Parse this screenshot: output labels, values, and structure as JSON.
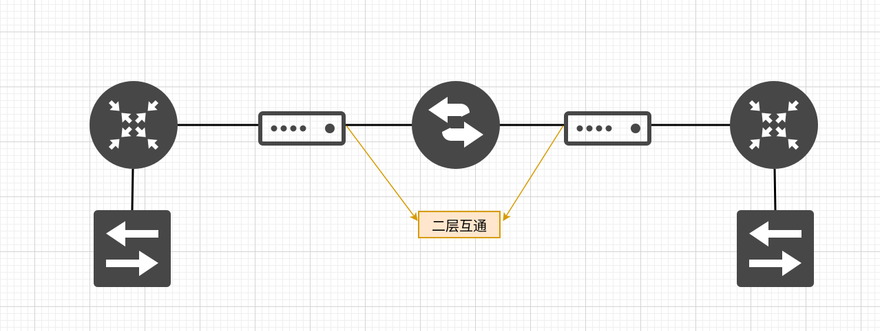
{
  "diagram": {
    "nodes": [
      {
        "id": "router-left",
        "type": "router"
      },
      {
        "id": "switch-left",
        "type": "l2-switch"
      },
      {
        "id": "device-left",
        "type": "network-appliance"
      },
      {
        "id": "core-switch",
        "type": "l3-switch"
      },
      {
        "id": "device-right",
        "type": "network-appliance"
      },
      {
        "id": "router-right",
        "type": "router"
      },
      {
        "id": "switch-right",
        "type": "l2-switch"
      }
    ],
    "label": {
      "text": "二层互通"
    },
    "colors": {
      "icon": "#474747",
      "glyph": "#ffffff",
      "link": "#000000",
      "arrow": "#d79b00",
      "label_fill": "#ffe6cc",
      "label_border": "#d79b00"
    }
  }
}
